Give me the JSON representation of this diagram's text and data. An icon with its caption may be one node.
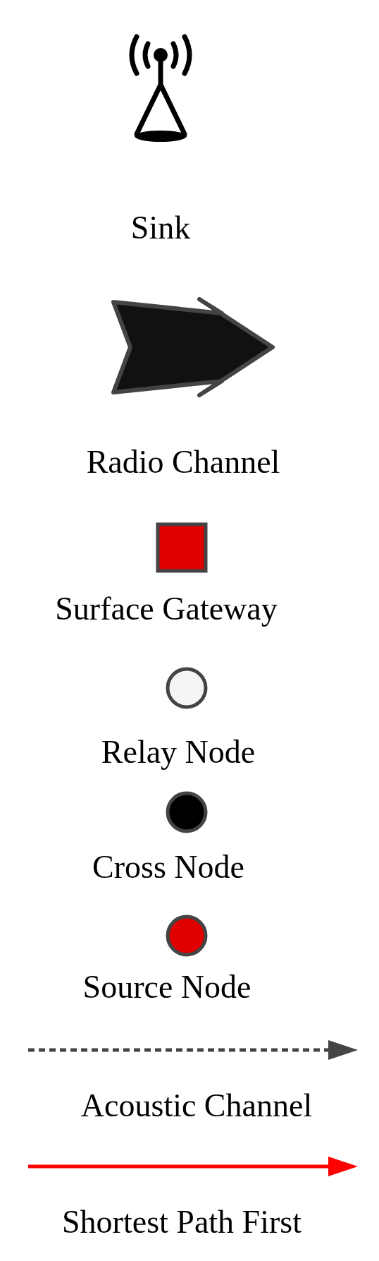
{
  "diagram": {
    "legend": [
      {
        "text": "Sink"
      },
      {
        "text": "Radio Channel"
      },
      {
        "text": "Surface Gateway"
      },
      {
        "text": "Relay Node"
      },
      {
        "text": "Cross Node"
      },
      {
        "text": "Source Node"
      },
      {
        "text": "Acoustic Channel"
      },
      {
        "text": "Shortest Path First"
      }
    ]
  }
}
